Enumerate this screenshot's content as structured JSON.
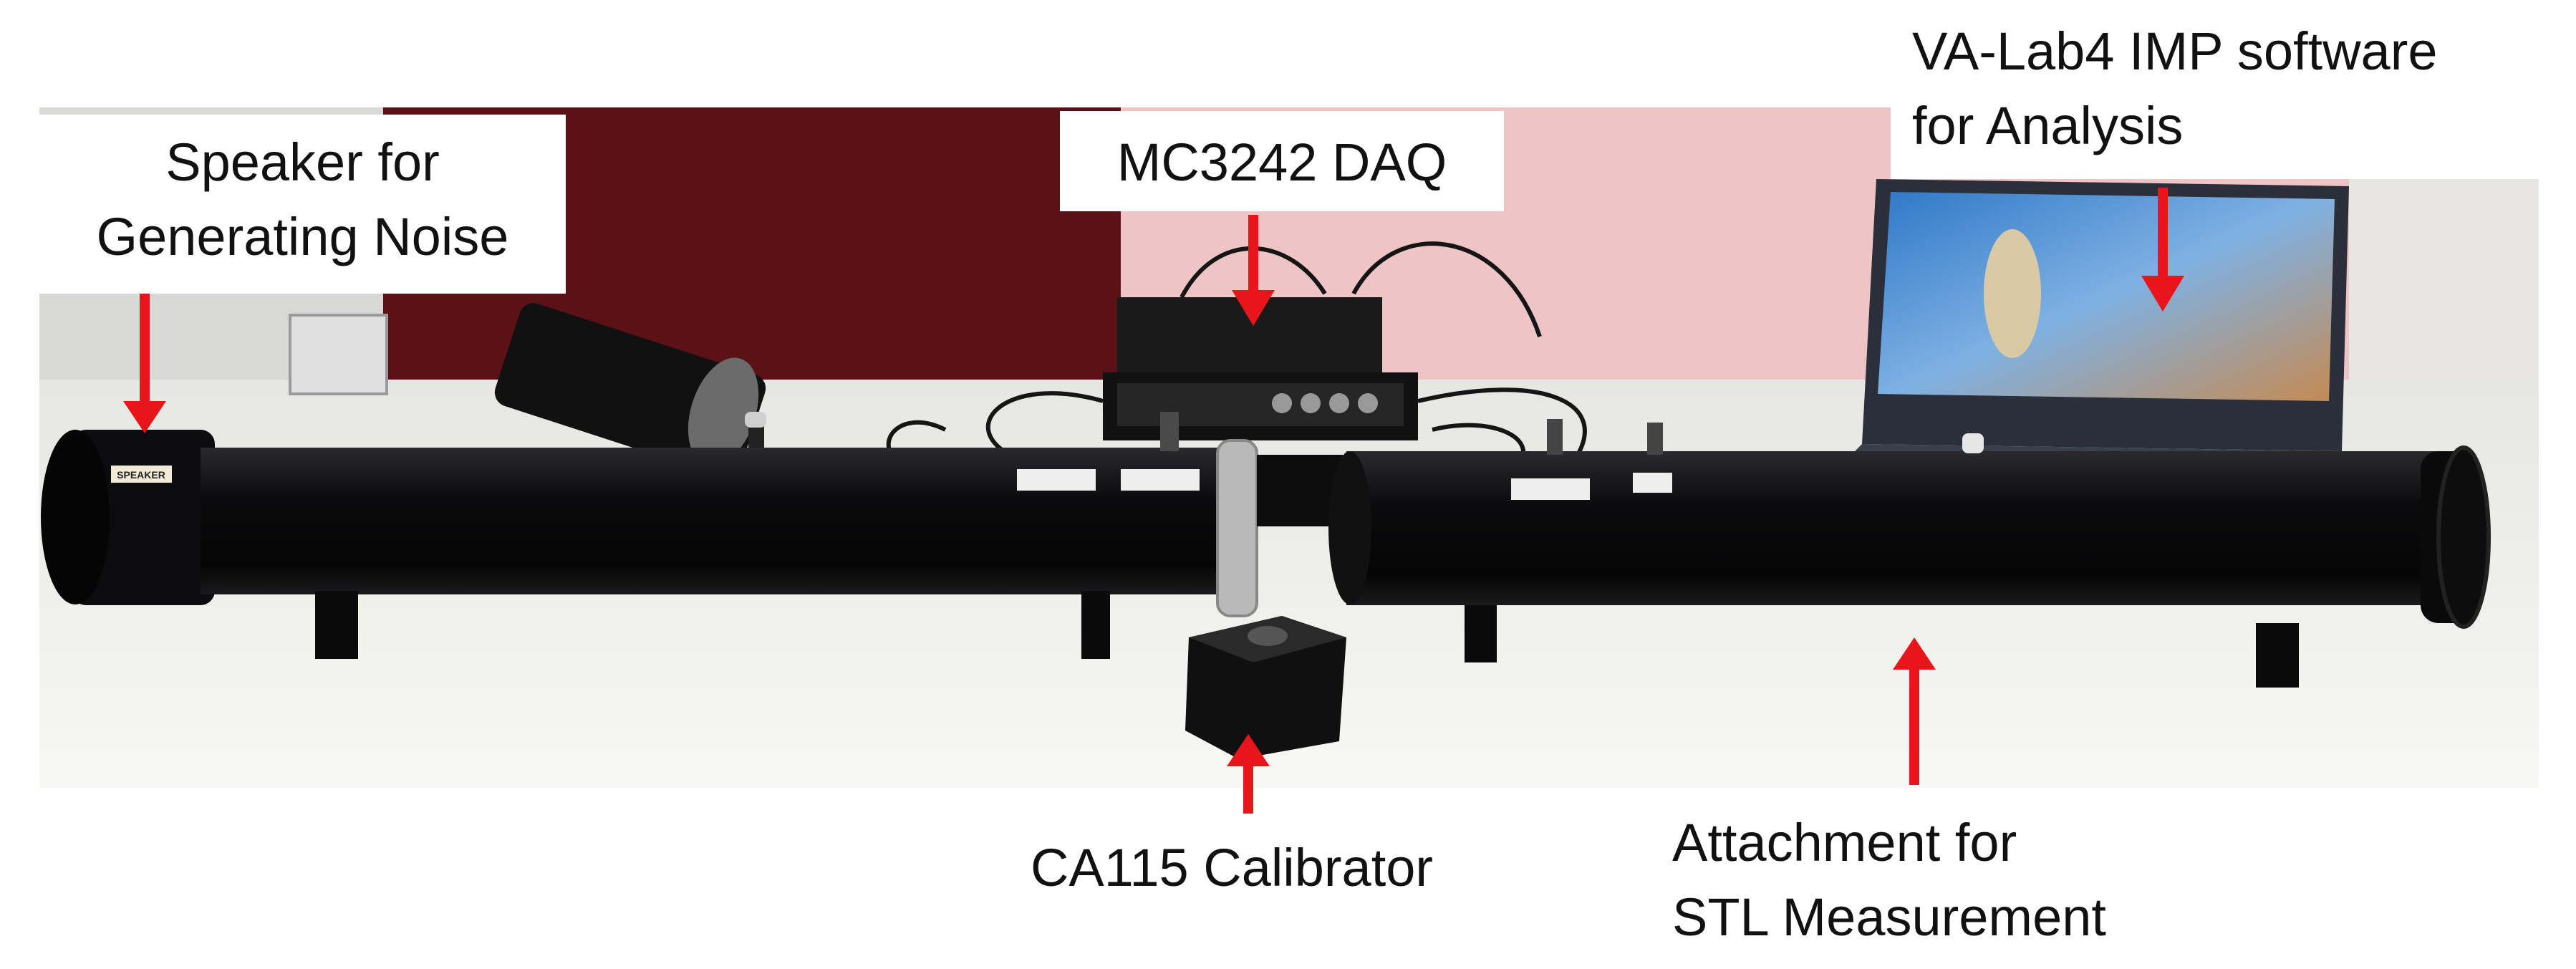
{
  "annotations": {
    "speaker": {
      "line1": "Speaker for",
      "line2": "Generating Noise"
    },
    "daq": {
      "text": "MC3242 DAQ"
    },
    "software": {
      "line1": "VA-Lab4 IMP software",
      "line2": "for Analysis"
    },
    "calibrator": {
      "text": "CA115 Calibrator"
    },
    "attachment": {
      "line1": "Attachment for",
      "line2": "STL Measurement"
    }
  },
  "equipment_labels": {
    "speaker_tag": "SPEAKER"
  },
  "colors": {
    "arrow": "#e8161b",
    "tube": "#0d0d0f",
    "table": "#f1f1ee",
    "wall_left": "#5c1117",
    "wall_right": "#efc4c4"
  }
}
